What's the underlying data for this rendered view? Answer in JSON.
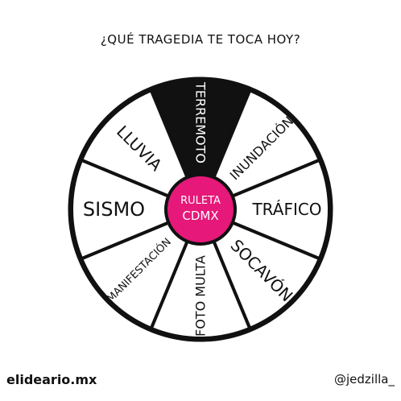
{
  "title": "¿QUÉ TRAGEDIA TE TOCA HOY?",
  "wheel": {
    "center_label_line1": "RULETA",
    "center_label_line2": "CDMX",
    "segments": [
      {
        "label": "TERREMOTO",
        "highlighted": true
      },
      {
        "label": "INUNDACIÓN",
        "highlighted": false
      },
      {
        "label": "TRÁFICO",
        "highlighted": false
      },
      {
        "label": "SOCAVÓN",
        "highlighted": false
      },
      {
        "label": "FOTO MULTA",
        "highlighted": false
      },
      {
        "label": "MANIFESTACIÓN",
        "highlighted": false
      },
      {
        "label": "SISMO",
        "highlighted": false
      },
      {
        "label": "LLUVIA",
        "highlighted": false
      }
    ]
  },
  "footer": {
    "left": "elidеario.mx",
    "right": "@jedzilla_"
  },
  "colors": {
    "highlight": "#111111",
    "center": "#e6187a",
    "ink": "#111111"
  }
}
